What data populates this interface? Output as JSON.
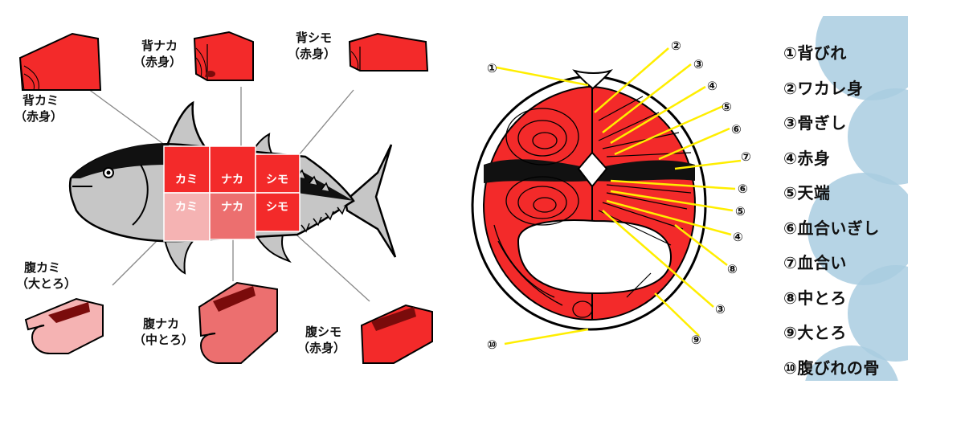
{
  "left_diagram": {
    "cut_labels": [
      {
        "line1": "背カミ",
        "line2": "（赤身）"
      },
      {
        "line1": "背ナカ",
        "line2": "（赤身）"
      },
      {
        "line1": "背シモ",
        "line2": "（赤身）"
      },
      {
        "line1": "腹カミ",
        "line2": "（大とろ）"
      },
      {
        "line1": "腹ナカ",
        "line2": "（中とろ）"
      },
      {
        "line1": "腹シモ",
        "line2": "（赤身）"
      }
    ],
    "fish_grid": {
      "top": [
        "カミ",
        "ナカ",
        "シモ"
      ],
      "bottom": [
        "カミ",
        "ナカ",
        "シモ"
      ]
    },
    "colors": {
      "red": "#f32a2a",
      "pink": "#f5b3b3",
      "mid_pink": "#ec6f6f",
      "dark": "#7a0b0b",
      "body_gray": "#c6c6c6"
    }
  },
  "cross_section": {
    "numbers": [
      "①",
      "②",
      "③",
      "④",
      "⑤",
      "⑥",
      "⑦",
      "⑥",
      "⑤",
      "④",
      "⑧",
      "③",
      "⑨",
      "⑩"
    ]
  },
  "legend": {
    "items": [
      "①背びれ",
      "②ワカレ身",
      "③骨ぎし",
      "④赤身",
      "⑤天端",
      "⑥血合いぎし",
      "⑦血合い",
      "⑧中とろ",
      "⑨大とろ",
      "⑩腹びれの骨"
    ],
    "bg_color": "#a9cde1"
  }
}
